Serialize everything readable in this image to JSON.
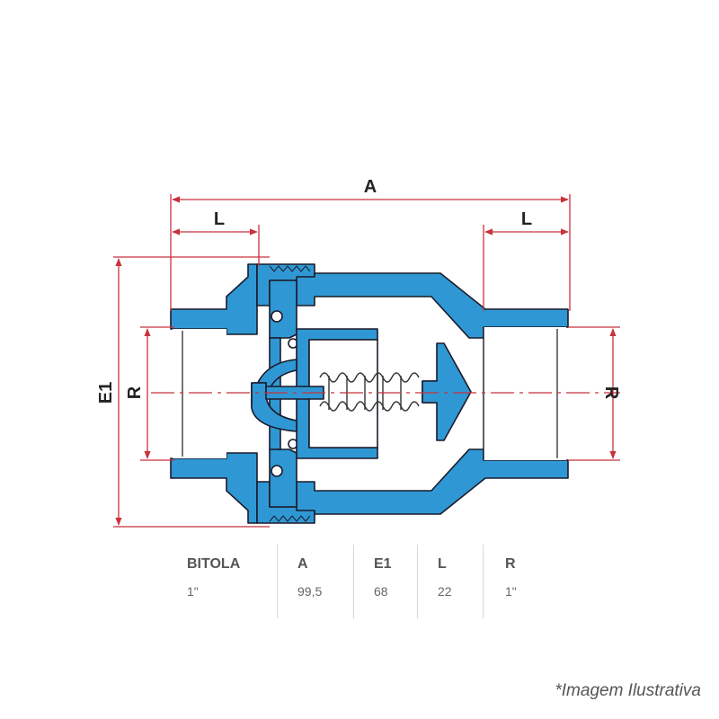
{
  "drawing": {
    "dimension_labels": {
      "A": "A",
      "L_left": "L",
      "L_right": "L",
      "E1": "E1",
      "R_left": "R",
      "R_right": "R"
    },
    "colors": {
      "body": "#2f98d4",
      "outline": "#1a1a2a",
      "dimension": "#c8323c",
      "spring": "#333333",
      "label": "#222222"
    }
  },
  "specs_table": {
    "headers": [
      "BITOLA",
      "A",
      "E1",
      "L",
      "R"
    ],
    "rows": [
      [
        "1\"",
        "99,5",
        "68",
        "22",
        "1\""
      ]
    ]
  },
  "footnote": "*Imagem Ilustrativa"
}
